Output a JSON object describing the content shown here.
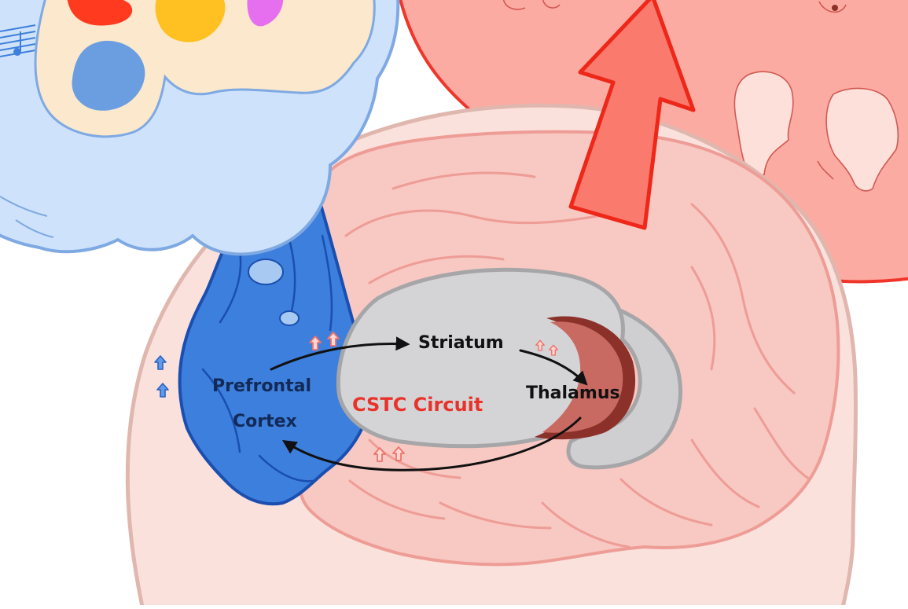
{
  "labels": {
    "striatum": "Striatum",
    "thalamus": "Thalamus",
    "prefrontal_line1": "Prefrontal",
    "prefrontal_line2": "Cortex",
    "circuit": "CSTC Circuit"
  },
  "colors": {
    "head_fill": "#fbe1dc",
    "head_stroke": "#e0b7ae",
    "brain_fill": "#f8c8c2",
    "brain_stroke": "#ee9c96",
    "prefrontal_fill": "#3d7fdc",
    "prefrontal_stroke": "#1a4fb0",
    "striatum_fill": "#d4d4d6",
    "striatum_stroke": "#a6a6a8",
    "thalamus_fill": "#c86a62",
    "thalamus_dark": "#8c302a",
    "thought_cloud_fill": "#cfe2fb",
    "thought_cloud_stroke": "#7ea9e2",
    "palette_fill": "#fbe8cd",
    "face_circle_fill": "#fcaba2",
    "face_circle_stroke": "#f0352a",
    "big_arrow_fill": "#fb7a6e",
    "big_arrow_stroke": "#ee2718",
    "connector_arrow": "#111111",
    "activity_arrow_red": "#f0716a",
    "activity_arrow_blue": "#3a75d0",
    "circuit_text": "#e8322a"
  },
  "icons": [
    "up-arrow-icon",
    "music-notes-icon",
    "paint-palette-icon",
    "paint-blob-icon"
  ]
}
